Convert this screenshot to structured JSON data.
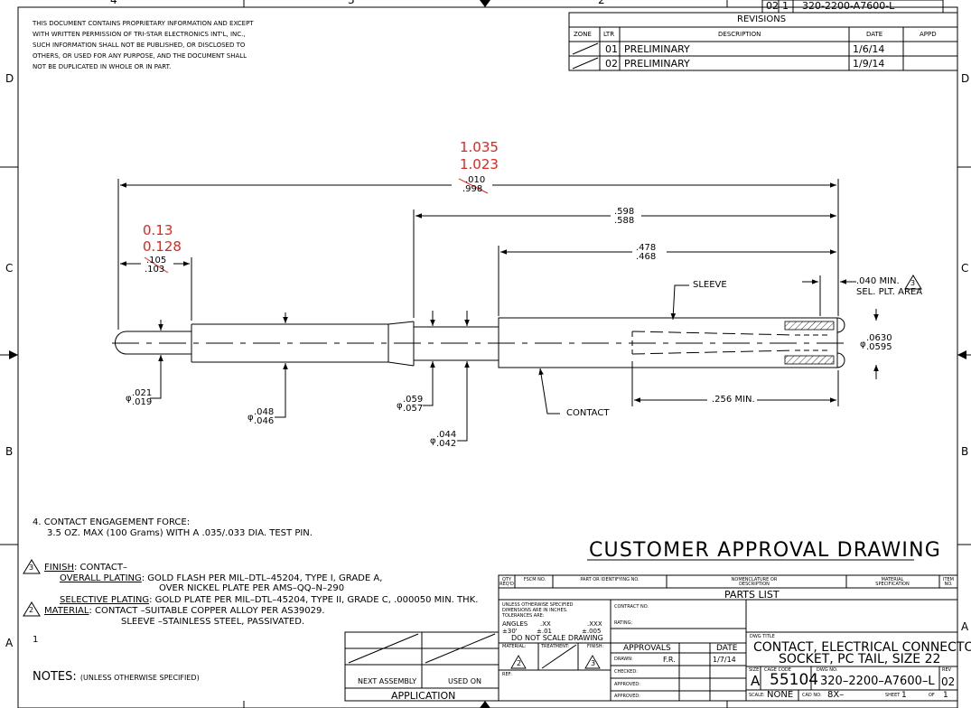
{
  "proprietary_notice": [
    "THIS DOCUMENT CONTAINS PROPRIETARY INFORMATION AND EXCEPT",
    "WITH WRITTEN PERMISSION OF TRI-STAR ELECTRONICS INT'L, INC.,",
    "SUCH INFORMATION SHALL NOT BE PUBLISHED, OR DISCLOSED TO",
    "OTHERS, OR USED FOR ANY PURPOSE, AND THE DOCUMENT SHALL",
    "NOT BE DUPLICATED IN WHOLE OR IN PART."
  ],
  "border": {
    "zones_top": [
      "4",
      "3",
      "2"
    ],
    "rows": [
      "D",
      "C",
      "B",
      "A"
    ],
    "corner_ref": {
      "rev": "02",
      "sheet": "1",
      "dwg": "320-2200-A7600-L"
    }
  },
  "revisions": {
    "title": "REVISIONS",
    "headers": {
      "zone": "ZONE",
      "ltr": "LTR",
      "desc": "DESCRIPTION",
      "date": "DATE",
      "appd": "APPD"
    },
    "rows": [
      {
        "ltr": "01",
        "desc": "PRELIMINARY",
        "date": "1/6/14",
        "appd": ""
      },
      {
        "ltr": "02",
        "desc": "PRELIMINARY",
        "date": "1/9/14",
        "appd": ""
      }
    ]
  },
  "annotations_red": {
    "overall_hi": "1.035",
    "overall_lo": "1.023",
    "tail_hi": "0.13",
    "tail_lo": "0.128"
  },
  "dimensions": {
    "overall": {
      "hi": ".010",
      "lo": ".998"
    },
    "d598": {
      "hi": ".598",
      "lo": ".588"
    },
    "d478": {
      "hi": ".478",
      "lo": ".468"
    },
    "d105": {
      "hi": ".105",
      "lo": ".103"
    },
    "dia021": {
      "sym": "φ",
      "hi": ".021",
      "lo": ".019"
    },
    "dia048": {
      "sym": "φ",
      "hi": ".048",
      "lo": ".046"
    },
    "dia059": {
      "sym": "φ",
      "hi": ".059",
      "lo": ".057"
    },
    "dia044": {
      "sym": "φ",
      "hi": ".044",
      "lo": ".042"
    },
    "dia0630": {
      "sym": "φ",
      "hi": ".0630",
      "lo": ".0595"
    },
    "min256": ".256 MIN.",
    "plating_area": [
      ".040 MIN.",
      "SEL. PLT. AREA"
    ],
    "plating_area_flag": "3"
  },
  "callouts": {
    "sleeve": "SLEEVE",
    "contact": "CONTACT"
  },
  "customer_title": "CUSTOMER APPROVAL DRAWING",
  "notes": {
    "n4_line1": "4. CONTACT ENGAGEMENT FORCE:",
    "n4_line2": "3.5 OZ. MAX (100 Grams) WITH A .035/.033 DIA. TEST PIN.",
    "n3_flag": "3",
    "finish_label": "FINISH",
    "finish_text": ": CONTACT–",
    "overall_label": "OVERALL PLATING",
    "overall_text1": ":  GOLD FLASH PER MIL–DTL–45204, TYPE I, GRADE A,",
    "overall_text2": "OVER NICKEL PLATE PER AMS–QQ–N–290",
    "selective_label": "SELECTIVE PLATING",
    "selective_text": ": GOLD PLATE PER MIL–DTL–45204, TYPE II, GRADE C, .000050 MIN. THK.",
    "n2_flag": "2",
    "material_label": "MATERIAL",
    "material_text1": ": CONTACT –SUITABLE COPPER ALLOY PER AS39029.",
    "material_text2": "SLEEVE  –STAINLESS STEEL, PASSIVATED.",
    "n1": "1",
    "notes_title": "NOTES:",
    "notes_sub": "(UNLESS OTHERWISE SPECIFIED)"
  },
  "application": {
    "next_assembly": "NEXT ASSEMBLY",
    "used_on": "USED ON",
    "title": "APPLICATION"
  },
  "parts_list": {
    "qty": "QTY REQ'D",
    "fscm": "FSCM NO.",
    "part": "PART OR IDENTIFYING NO.",
    "nomen": "NOMENCLATURE OR DESCRIPTION",
    "material": "MATERIAL SPECIFICATION",
    "item": "ITEM NO.",
    "title": "PARTS LIST"
  },
  "title_block": {
    "tolerance": [
      "UNLESS OTHERWISE SPECIFIED",
      "DIMENSIONS ARE IN INCHES.",
      "TOLERANCES ARE:"
    ],
    "angles": "ANGLES",
    "angles_val": "±30'",
    "xx": ".XX",
    "xx_val": "±.01",
    "xxx": ".XXX",
    "xxx_val": "±.005",
    "do_not_scale": "DO NOT SCALE DRAWING",
    "material": "MATERIAL:",
    "treatment": "TREATMENT:",
    "finish": "FINISH:",
    "mat_flag": "2",
    "fin_flag": "3",
    "ref": "REF:",
    "contract_no": "CONTRACT NO.",
    "rating": "RATING:",
    "approvals": "APPROVALS",
    "date": "DATE",
    "drawn": "DRAWN:",
    "drawn_by": "F.R.",
    "drawn_date": "1/7/14",
    "checked": "CHECKED:",
    "approved": "APPROVED:",
    "approved2": "APPROVED:",
    "dwg_title_label": "DWG TITLE",
    "dwg_title1": "CONTACT, ELECTRICAL CONNECTOR",
    "dwg_title2": "SOCKET, PC TAIL, SIZE 22",
    "size_label": "SIZE",
    "size": "A",
    "cage_label": "CAGE CODE",
    "cage": "55104",
    "dwgno_label": "DWG NO.",
    "dwgno": "320–2200–A7600–L",
    "rev_label": "REV",
    "rev": "02",
    "scale_label": "SCALE:",
    "scale": "NONE",
    "cad_label": "CAD NO:",
    "cad": "8X–",
    "sheet_label": "SHEET",
    "sheet": "1",
    "of_label": "OF",
    "of": "1"
  }
}
